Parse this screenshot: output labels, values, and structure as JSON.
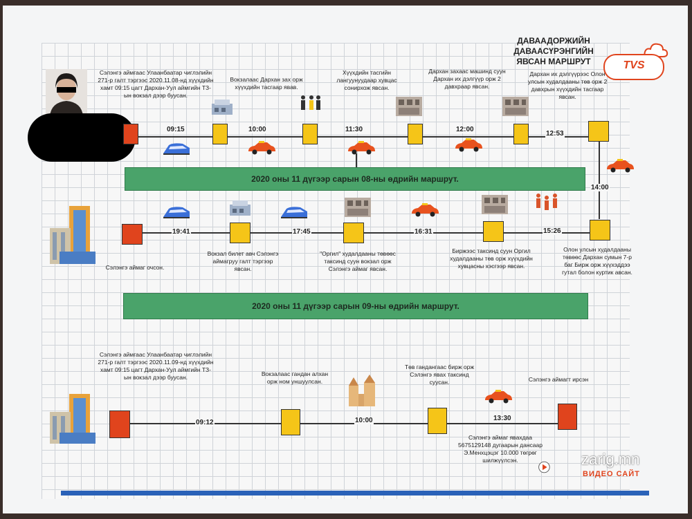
{
  "title": {
    "line1": "ДАВААДОРЖИЙН ДАВААСҮРЭНГИЙН",
    "line2": "ЯВСАН МАРШРУТ"
  },
  "logo": {
    "tvs": "TVS"
  },
  "watermark": {
    "site": "zarig.mn",
    "sub": "ВИДЕО САЙТ"
  },
  "banners": {
    "day1": "2020 оны 11 дүгээр сарын 08-ны өдрийн маршрут.",
    "day2": "2020 оны 11 дүгээр сарын 09-ны өдрийн маршрут."
  },
  "row1": {
    "times": [
      "09:15",
      "10:00",
      "11:30",
      "12:00",
      "12:53"
    ],
    "texts": [
      "Сэлэнгэ аймгаас Улаанбаатар чиглэлийн 271-р галт тэргээс 2020.11.08-нд хүүхдийн хамт 09:15 цагт Дархан-Уул аймгийн ТЗ-ын вокзал дээр буусан.",
      "Вокзалаас Дархан зах орж хүүхдийн тасгаар явав.",
      "Хүүхдийн тасгийн лангуунуудаар хувцас сонирхож явсан.",
      "Дархан захаас машинд суун Дархан их дэлгүүр орж 2 давхраар явсан.",
      "Дархан их дэлгүүрээс Олон улсын худалдааны төв орж 2 давхрын хүүхдийн тасгаар явсан."
    ]
  },
  "row2": {
    "time_vert": "14:00",
    "times": [
      "15:26",
      "16:31",
      "17:45",
      "19:41"
    ],
    "texts": [
      "Олон улсын худалдааны төвөөс Дархан сумын 7-р баг Бирж орж хүүхэддээ гутал болон куртик авсан.",
      "Биржээс таксинд суун Оргил худалдааны төв орж хүүхдийн хувцасны хэсгээр явсан.",
      "\"Оргил\" худалдааны төвөөс таксинд суун вокзал орж Сэлэнгэ аймаг явсан.",
      "Вокзал билет авч Сэлэнгэ аймагруу галт тэргээр явсан.",
      "Сэлэнгэ аймаг очсон."
    ]
  },
  "row3": {
    "times": [
      "09:12",
      "10:00",
      "13:30"
    ],
    "texts": [
      "Сэлэнгэ аймгаас Улаанбаатар чиглэлийн 271-р галт тэргээс 2020.11.09-нд хүүхдийн хамт 09:15 цагт Дархан-Уул аймгийн ТЗ-ын вокзал дээр буусан.",
      "Вокзалаас гандан алхан орж ном уншуулсан.",
      "Төв гандангаас бирж орж Сэлэнгэ явах таксинд суусан.",
      "Сэлэнгэ аймагт ирсэн",
      "Сэлэнгэ аймаг явахдаа 5675129148 дугаарын дансаар Э.Менхцэцэг 10.000 төгрөг шилжүүлсэн."
    ]
  },
  "colors": {
    "start_end": "#e0441d",
    "stop": "#f5c518",
    "banner": "#4aa36a",
    "bottom_bar": "#2a62b8"
  }
}
